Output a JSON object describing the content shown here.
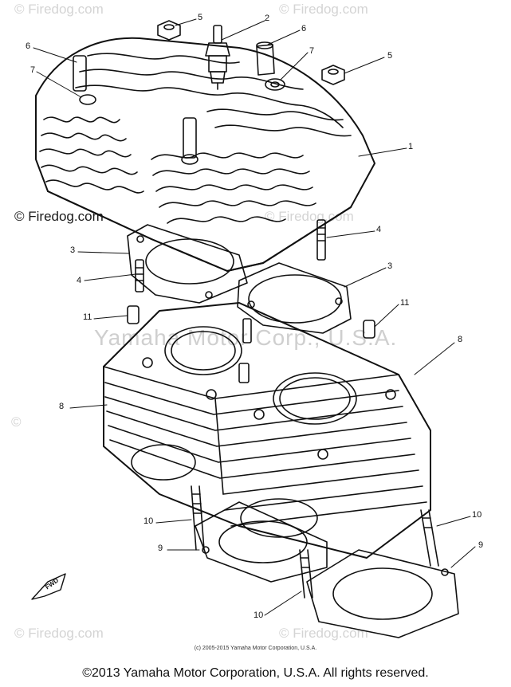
{
  "watermarks": {
    "top_left": "© Firedog.com",
    "top_right": "© Firedog.com",
    "mid_left": "© Firedog.com",
    "mid_center": "© Firedog.com",
    "center_ghost": "Yamaha Motor Corp., U.S.A.",
    "left_edge": "©",
    "bottom_left": "© Firedog.com",
    "bottom_right": "© Firedog.com"
  },
  "callouts": [
    "1",
    "2",
    "3",
    "3",
    "4",
    "4",
    "5",
    "5",
    "6",
    "6",
    "7",
    "7",
    "8",
    "8",
    "9",
    "9",
    "10",
    "10",
    "10",
    "11",
    "11"
  ],
  "fwd_label": "FWD",
  "small_copyright": "(c) 2005-2015 Yamaha Motor Corporation, U.S.A.",
  "copyright": "©2013 Yamaha Motor Corporation, U.S.A. All rights reserved."
}
